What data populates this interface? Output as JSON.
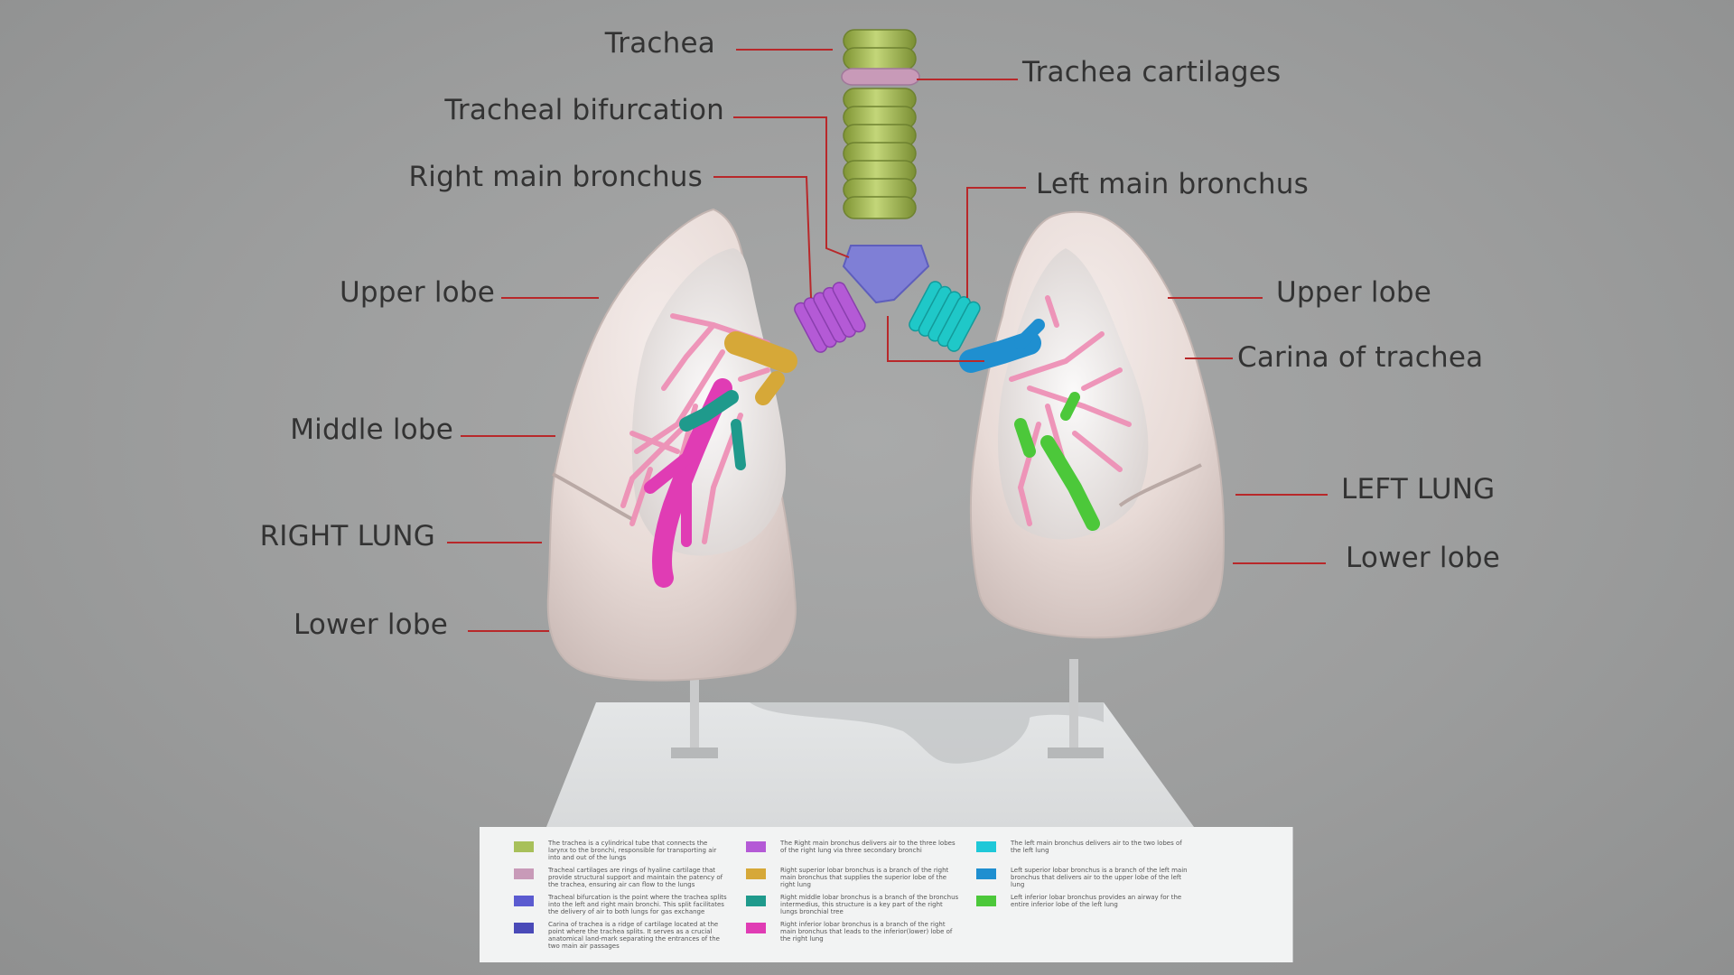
{
  "labels": {
    "trachea": "Trachea",
    "tracheal_bifurcation": "Tracheal bifurcation",
    "right_main_bronchus": "Right main bronchus",
    "right_upper_lobe": "Upper lobe",
    "right_middle_lobe": "Middle lobe",
    "right_lung": "RIGHT LUNG",
    "right_lower_lobe": "Lower lobe",
    "trachea_cartilages": "Trachea cartilages",
    "left_main_bronchus": "Left main bronchus",
    "left_upper_lobe": "Upper lobe",
    "carina_of_trachea": "Carina of trachea",
    "left_lung": "LEFT LUNG",
    "left_lower_lobe": "Lower lobe"
  },
  "colors": {
    "leader_line": "#b8282a",
    "trachea": "#a8c05a",
    "trachea_cartilage_band": "#c89ab8",
    "bifurcation": "#7f7fd6",
    "right_main_bronchus": "#b45ad6",
    "left_main_bronchus": "#1fc8c8",
    "right_superior_lobar": "#d6a838",
    "right_middle_lobar": "#1f9a8c",
    "right_inferior_lobar": "#e03cb4",
    "left_superior_lobar": "#1f8fd0",
    "left_inferior_lobar": "#4cc83a",
    "bronchial_tree": "#ee8cb4",
    "lung_tissue": "#e9dcd8"
  },
  "legend": [
    {
      "color": "#a8c05a",
      "text": "The trachea is a cylindrical tube that connects the larynx to the bronchi, responsible for transporting air into and out of the lungs"
    },
    {
      "color": "#c89ab8",
      "text": "Tracheal cartilages are rings of hyaline cartilage that provide structural support and maintain the patency of the trachea, ensuring air can flow to the lungs"
    },
    {
      "color": "#5b5bd0",
      "text": "Tracheal bifurcation is the point where the trachea splits into the left and right main bronchi. This split facilitates the delivery of air to both lungs for gas exchange"
    },
    {
      "color": "#4a4ab8",
      "text": "Carina of trachea is a ridge of cartilage located at the point where the trachea splits. It serves as a crucial anatomical land-mark separating the entrances of the two main air passages"
    },
    {
      "color": "#b45ad6",
      "text": "The Right main bronchus delivers air to the three lobes of the right lung via three secondary bronchi"
    },
    {
      "color": "#d6a838",
      "text": "Right superior lobar bronchus is a branch of the right main bronchus that supplies the superior lobe of the right lung"
    },
    {
      "color": "#1f9a8c",
      "text": "Right middle lobar bronchus is a branch of the bronchus intermedius, this structure is a key part of the right lungs bronchial tree"
    },
    {
      "color": "#e03cb4",
      "text": "Right inferior lobar bronchus is a branch of the right main bronchus that leads to the inferior(lower) lobe of the right lung"
    },
    {
      "color": "#1fc8d8",
      "text": "The left main bronchus delivers air to the two lobes of the left lung"
    },
    {
      "color": "#1f8fd0",
      "text": "Left superior lobar bronchus is a branch of the left main bronchus that delivers air to the upper lobe of the left lung"
    },
    {
      "color": "#4cc83a",
      "text": "Left inferior lobar bronchus provides an airway for the entire inferior lobe of the left lung"
    }
  ]
}
